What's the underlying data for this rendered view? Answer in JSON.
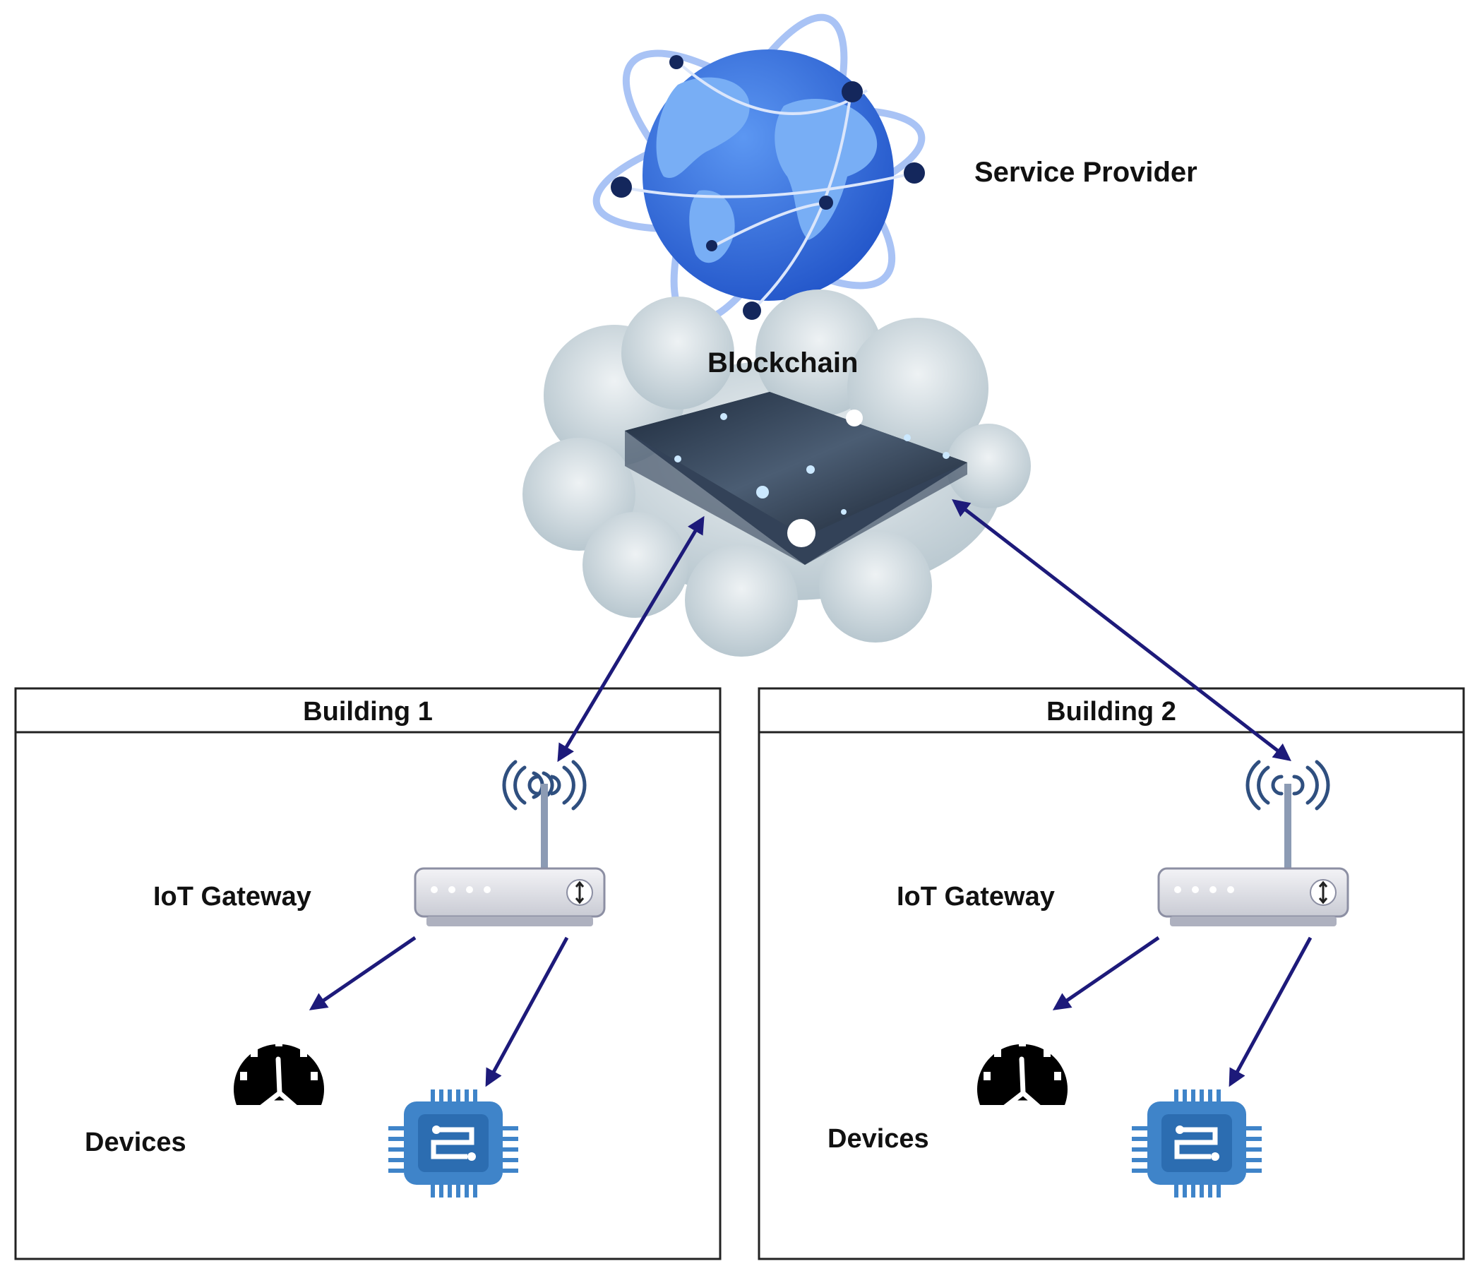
{
  "service_provider": {
    "label": "Service Provider",
    "icon": "globe-network-icon"
  },
  "blockchain": {
    "label": "Blockchain",
    "icon": "blockchain-cloud-server-icon"
  },
  "buildings": [
    {
      "title": "Building 1",
      "gateway_label": "IoT Gateway",
      "devices_label": "Devices"
    },
    {
      "title": "Building 2",
      "gateway_label": "IoT Gateway",
      "devices_label": "Devices"
    }
  ],
  "colors": {
    "arrow": "#1d1a7a",
    "globe": "#3b7be8",
    "chip": "#3f84c9",
    "gauge": "#000000"
  }
}
